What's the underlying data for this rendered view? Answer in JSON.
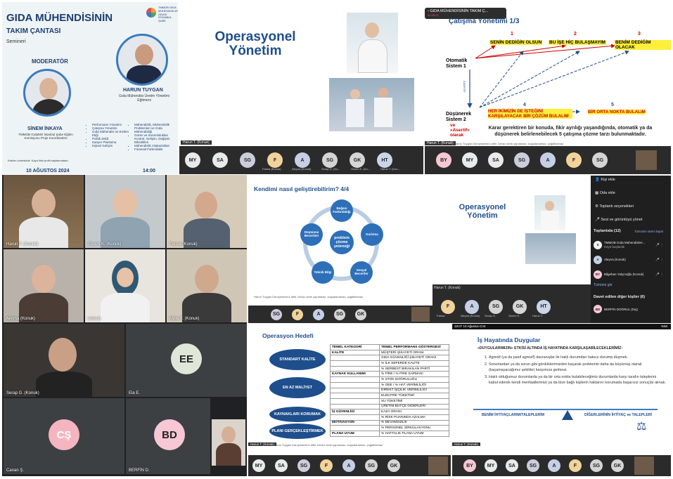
{
  "poster": {
    "title1": "GIDA MÜHENDİSİNİN",
    "title2": "TAKIM ÇANTASI",
    "subtitle": "Semineri",
    "moderator_label": "MODERATÖR",
    "logo_text": "TMMOB GIDA MÜHENDİSLERİ ODASI İSTANBUL ŞUBE",
    "speaker_name": "HARUN TUYGAN",
    "speaker_title": "Gıda Mühendisi Üretim Yönetimi Eğitmeni",
    "moderator_name": "SİNEM İNKAYA",
    "moderator_title": "TMMOB GıdaMO İstanbul Şube Eğitim Komisyonu Proje Koordinatörü",
    "topics_left": [
      "Performans Yönetimi",
      "Çatışma Yönetimi",
      "Gıda Mühendisi ve Erdem Etiği",
      "Politik Zekâ",
      "Kariyer Planlama",
      "Kişisel Gelişim"
    ],
    "topics_right": [
      "Mühendislik, Mühendislik Problemleri ve Gıda Mühendisliği",
      "Görev ve Sorumlulukları Kontrol, Gelişim, Değişim Etkinlikleri",
      "Mühendislik Alışkanlıkları",
      "Finansal Farkındalık"
    ],
    "footer": "Katılım ücretsizdir. Kayıt linki profil sayfasındadır.",
    "date": "10 AĞUSTOS 2024",
    "time": "14:00"
  },
  "slide_ops1": {
    "title": "Operasyonel Yönetim",
    "caption": "Harun T. (Konuk)"
  },
  "slide_conflict": {
    "window_title": "GIDA MÜHENDİSİNİN TAKIM Ç...",
    "timer": "01:33:21",
    "title": "Çatışma Yönetimi 1/3",
    "n1": "1",
    "n2": "2",
    "n3": "3",
    "n4": "4",
    "n5": "5",
    "opt1": "SENİN DEDİĞİN OLSUN",
    "opt2": "BU İŞE HİÇ BULAŞMAYIM",
    "opt3": "BENİM DEDİĞİM OLACAK",
    "opt4": "HER İKİMİZİN DE İSTEĞİNİ KARŞILAYACAK BİR ÇÖZÜM BULALIM",
    "opt5": "BİR ORTA NOKTA BULALIM",
    "sys1": "Otomatik Sistem 1",
    "sys2": "Düşünerek Sistem 2",
    "vertical": "ASERTİF",
    "asertif": "ve «Asertif» olarak",
    "body": "Karar gerektiren bir konuda, fikir ayrılığı yaşandığında, otomatik ya da düşünerek belirlenebilecek 5 çatışma çözme tarzı bulunmaktadır.",
    "caption": "Harun T. (Konuk)",
    "footer": "Harun Tuygan Danışmanlık'a aittir. İzinsiz alıntı yapılamaz, kopyalanamaz, çoğaltılamaz."
  },
  "bar_top1": {
    "items": [
      {
        "ab": "MY",
        "c": "#e8eaed"
      },
      {
        "ab": "SA",
        "c": "#e8eaed"
      },
      {
        "ab": "SG",
        "c": "#ccd"
      },
      {
        "ab": "F",
        "c": "#f2d39b"
      },
      {
        "ab": "A",
        "c": "#c5d0e6"
      },
      {
        "ab": "SG",
        "c": "#d4d4d4"
      },
      {
        "ab": "GK",
        "c": "#d6d6d6"
      },
      {
        "ab": "HT",
        "c": "#c9d6ea"
      }
    ],
    "names": [
      "Fatma (Konuk)",
      "Aleyna (Konuk)",
      "Serap G. (Ko...",
      "Gizem K. (Ko...",
      "Harun T. (Kon..."
    ]
  },
  "bar_top2": {
    "items": [
      {
        "ab": "BY",
        "c": "#f7c7d6"
      },
      {
        "ab": "MY",
        "c": "#e8eaed"
      },
      {
        "ab": "SA",
        "c": "#e8eaed"
      },
      {
        "ab": "SG",
        "c": "#ccd"
      },
      {
        "ab": "A",
        "c": "#c5d0e6"
      },
      {
        "ab": "F",
        "c": "#f2d39b"
      },
      {
        "ab": "SG",
        "c": "#d4d4d4"
      }
    ]
  },
  "gallery": {
    "p1": "Harun T. (Konuk)",
    "p2": "Gizem K. (Konuk)",
    "p3": "Fatma (Konuk)",
    "p4": "Aleyna (Konuk)",
    "p5": "sena b.",
    "p6": "Mete Y. (Konuk)",
    "p7": "Serap G. (Konuk)",
    "p8_initials": "EE",
    "p8": "Ela E.",
    "p9_initials": "CŞ",
    "p9": "Canan Ş.",
    "p10_initials": "BD",
    "p10": "BERFİN D."
  },
  "slide_dev": {
    "title": "Kendimi nasıl geliştirebilirim? 4/4",
    "center": "problem çözme yeteneği",
    "n1": "Beğeni Farkındalığı",
    "n2": "Karizma",
    "n3": "Sosyal Beceriler",
    "n4": "Teknik Bilgi",
    "n5": "Düşünme Becerileri",
    "footer": "Harun Tuygan Danışmanlık'a aittir. İzinsiz alıntı yapılamaz, kopyalanamaz, çoğaltılamaz."
  },
  "slide_ops2": {
    "title": "Operasyonel Yönetim",
    "caption": "Harun T. (Konuk)"
  },
  "panel": {
    "add": "Kişi ekle",
    "room": "Oda ekle",
    "options": "Toplantı seçenekleri",
    "audio": "Sesi ve görüntüyü yönet",
    "in_meeting": "Toplantıda (12)",
    "mute_all": "Tümünün sesini kapat",
    "people": [
      {
        "ab": "S",
        "name": "TMMOB Gıda Mühendisleri...",
        "sub": "Kayıt başlatıldı",
        "c": "#f2f2f2"
      },
      {
        "ab": "A",
        "name": "Aleyna (Konuk)",
        "sub": "",
        "c": "#c5d0e6"
      },
      {
        "ab": "BY",
        "name": "Bilgehan Yalçınoğlu (Konuk)",
        "sub": "",
        "c": "#f7c7d6"
      }
    ],
    "see_all": "Tümünü gör",
    "invited": "Davet edilen diğer kişiler (6)",
    "invited_person": "BERFİN DOĞRUL (Dış)"
  },
  "bar_mid": {
    "names": [
      "Fatma",
      "Aleyna (Konuk)",
      "Serap G.",
      "Gizem K.",
      "Harun T."
    ],
    "items": [
      {
        "ab": "F",
        "c": "#f2d39b"
      },
      {
        "ab": "A",
        "c": "#c5d0e6"
      },
      {
        "ab": "SG",
        "c": "#d4d4d4"
      },
      {
        "ab": "GK",
        "c": "#d6d6d6"
      },
      {
        "ab": "HT",
        "c": "#c9d6ea"
      }
    ]
  },
  "bar_dev": {
    "items": [
      {
        "ab": "SG",
        "c": "#ccd"
      },
      {
        "ab": "F",
        "c": "#f2d39b"
      },
      {
        "ab": "A",
        "c": "#c5d0e6"
      },
      {
        "ab": "SG",
        "c": "#d4d4d4"
      },
      {
        "ab": "GK",
        "c": "#d6d6d6"
      }
    ]
  },
  "slide_hedef": {
    "title": "Operasyon Hedefi",
    "h1": "TEMEL KATEGORİ",
    "h2": "TEMEL PERFORMANS GÖSTERGESİ",
    "ovals": [
      "STANDART KALİTE",
      "EN AZ MALİYET",
      "KAYNAKLARI KORUMAK",
      "PLANI GERÇEKLEŞTİRMEK"
    ],
    "rows": [
      [
        "KALİTE",
        "MÜŞTERİ ŞİKAYETİ ORANI"
      ],
      [
        "",
        "GIDA GÜVENLİĞİ ŞİKAYETİ ORANI"
      ],
      [
        "",
        "% İLK SEFERDE KALİTE"
      ],
      [
        "",
        "% SERBEST BIRAKILAN PARTİ"
      ],
      [
        "KAYNAK KULLANIMI",
        "% FİRE / % FİRE SAPMASI"
      ],
      [
        "",
        "% STOK DOĞRULUĞU"
      ],
      [
        "",
        "% OEE / % HAT VERİMLİLİĞİ"
      ],
      [
        "",
        "DİREKT İŞÇİLİK VERİMLİLİĞİ"
      ],
      [
        "",
        "ELEKTRİK TÜKETİMİ"
      ],
      [
        "",
        "SU TÜKETİMİ"
      ],
      [
        "",
        "ÜRETİM BÜTÇE GİDERLERİ"
      ],
      [
        "İŞ GÜVENLİĞİ",
        "KAZA ORANI"
      ],
      [
        "",
        "% RİSK PUANINDA AZALMA"
      ],
      [
        "MOTİVASYON",
        "% DEVAMSIZLIK"
      ],
      [
        "",
        "% PERSONEL SİRKÜLASYONU"
      ],
      [
        "PLANA UYUM",
        "% HAFTALIK PLANA UYUM"
      ]
    ],
    "caption": "Harun T. (Konuk)",
    "footer": "Harun Tuygan Danışmanlık'a aittir. İzinsiz alıntı yapılamaz, kopyalanamaz, çoğaltılamaz."
  },
  "bar_hedef": {
    "items": [
      {
        "ab": "MY",
        "c": "#e8eaed"
      },
      {
        "ab": "SA",
        "c": "#e8eaed"
      },
      {
        "ab": "SG",
        "c": "#ccd"
      },
      {
        "ab": "F",
        "c": "#f2d39b"
      },
      {
        "ab": "A",
        "c": "#c5d0e6"
      },
      {
        "ab": "SG",
        "c": "#d4d4d4"
      },
      {
        "ab": "GK",
        "c": "#d6d6d6"
      }
    ]
  },
  "slide_duygu": {
    "status_time": "18:07",
    "status_date": "10 Ağustos Cmt",
    "battery": "%56",
    "title": "İş Hayatında Duygular",
    "heading": "«DUYGULARIMIZIN» ETKİSİ ALTINDA İŞ HAYATINDA KARŞILAŞABİLECEKLERİMİZ:",
    "items": [
      "Agresif (ya da pasif agresif) davranışlar ile haklı durumdan haksız duruma düşmek.",
      "Sorunlardan ya da sorun gibi gördüklerimizden kaçarak problemin daha da büyümüş olarak (kaçamayacağımız şekilde) karşımıza gelmesi.",
      "Haklı olduğumuz durumlarda ya da bir orta nokta bulabileceğimiz durumlarda karşı tarafın taleplerini kabul ederek kendi menfaatlerimizi ya da bize bağlı kişilerin haklarını korumada başarısız sonuçlar almak."
    ],
    "left_label": "BENİM İHTİYAÇLARIM/TALEPLERİM",
    "right_label": "DİĞERLERİNİN İHTİYAÇ ve TALEPLERİ",
    "caption": "Harun T. (Konuk)"
  },
  "bar_duygu": {
    "items": [
      {
        "ab": "BY",
        "c": "#f7c7d6"
      },
      {
        "ab": "MY",
        "c": "#e8eaed"
      },
      {
        "ab": "SA",
        "c": "#e8eaed"
      },
      {
        "ab": "SG",
        "c": "#ccd"
      },
      {
        "ab": "A",
        "c": "#c5d0e6"
      },
      {
        "ab": "F",
        "c": "#f2d39b"
      },
      {
        "ab": "SG",
        "c": "#d4d4d4"
      },
      {
        "ab": "GK",
        "c": "#d6d6d6"
      }
    ]
  }
}
